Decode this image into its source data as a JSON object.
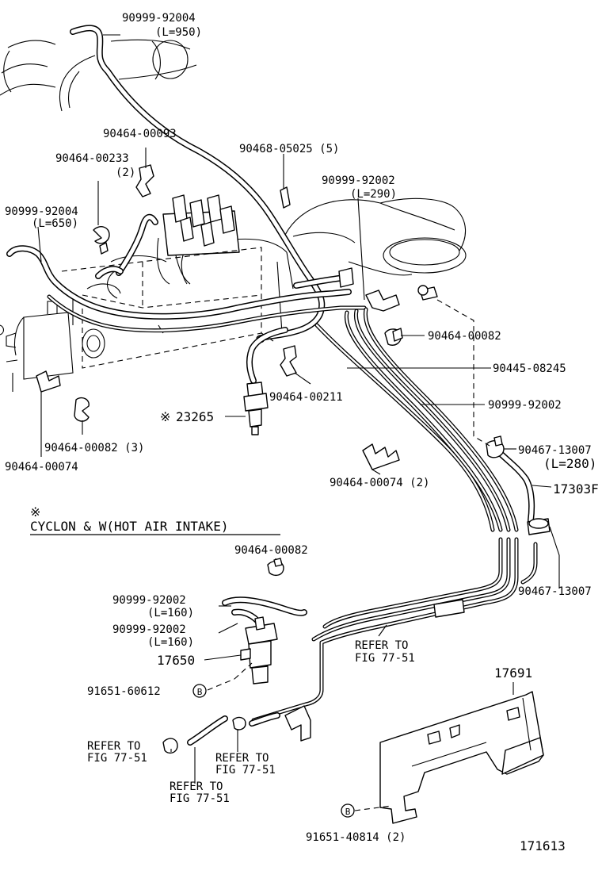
{
  "diagram": {
    "figure_number": "171613",
    "title": "CYCLON & W(HOT AIR INTAKE)",
    "title_mark": "※",
    "part_mark": "※",
    "bolt_marker": "B",
    "parts": {
      "hose_top_950": {
        "number": "90999-92004",
        "note": "(L=950)"
      },
      "clip_00093": {
        "number": "90464-00093"
      },
      "clip_00233": {
        "number": "90464-00233",
        "qty": "(2)"
      },
      "clamp_05025": {
        "number": "90468-05025 (5)"
      },
      "hose_290": {
        "number": "90999-92002",
        "note": "(L=290)"
      },
      "hose_650": {
        "number": "90999-92004",
        "note": "(L=650)"
      },
      "clip_00082_a": {
        "number": "90464-00082"
      },
      "pipe_08245": {
        "number": "90445-08245"
      },
      "clip_00211": {
        "number": "90464-00211"
      },
      "hose_92002": {
        "number": "90999-92002"
      },
      "sensor_23265": {
        "number": "23265"
      },
      "clip_00082_3": {
        "number": "90464-00082 (3)"
      },
      "clip_00074": {
        "number": "90464-00074"
      },
      "clamp_13007_a": {
        "number": "90467-13007",
        "note": "(L=280)"
      },
      "hose_17303": {
        "number": "17303F"
      },
      "clip_00074_2": {
        "number": "90464-00074 (2)"
      },
      "clip_00082_b": {
        "number": "90464-00082"
      },
      "clamp_13007_b": {
        "number": "90467-13007"
      },
      "hose_160_a": {
        "number": "90999-92002",
        "note": "(L=160)"
      },
      "hose_160_b": {
        "number": "90999-92002",
        "note": "(L=160)"
      },
      "vsv_17650": {
        "number": "17650"
      },
      "bolt_60612": {
        "number": "91651-60612"
      },
      "bracket_17691": {
        "number": "17691"
      },
      "bolt_40814": {
        "number": "91651-40814 (2)"
      }
    },
    "refs": {
      "ref_center": {
        "line1": "REFER TO",
        "line2": "FIG 77-51"
      },
      "ref_left": {
        "line1": "REFER TO",
        "line2": "FIG 77-51"
      },
      "ref_mid": {
        "line1": "REFER TO",
        "line2": "FIG 77-51"
      },
      "ref_bottom": {
        "line1": "REFER TO",
        "line2": "FIG 77-51"
      }
    }
  }
}
